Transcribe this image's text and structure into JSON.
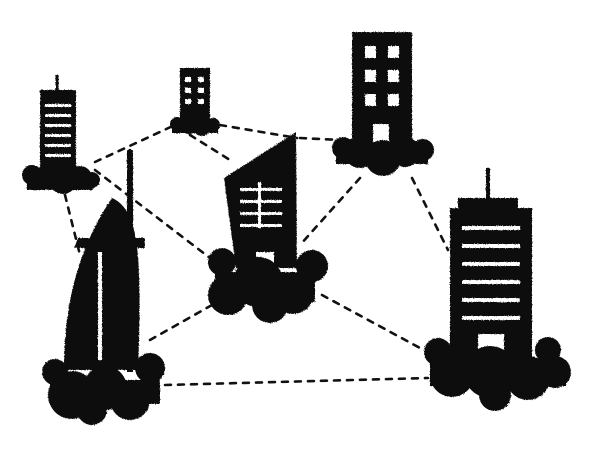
{
  "illustration": {
    "ink_color": "#111111",
    "paper_color": "#ffffff",
    "window_color": "#ffffff",
    "elements": [
      {
        "name": "building-small-antenna-left",
        "icon": "skyscraper-with-antenna-icon"
      },
      {
        "name": "building-small-top",
        "icon": "small-office-building-icon"
      },
      {
        "name": "building-tall-top-right",
        "icon": "office-building-icon"
      },
      {
        "name": "building-center-slanted",
        "icon": "slanted-tower-icon"
      },
      {
        "name": "building-sail-hotel",
        "icon": "sail-shaped-tower-icon"
      },
      {
        "name": "building-large-right",
        "icon": "skyscraper-with-antenna-icon"
      }
    ],
    "connections": "dashed-lines"
  }
}
